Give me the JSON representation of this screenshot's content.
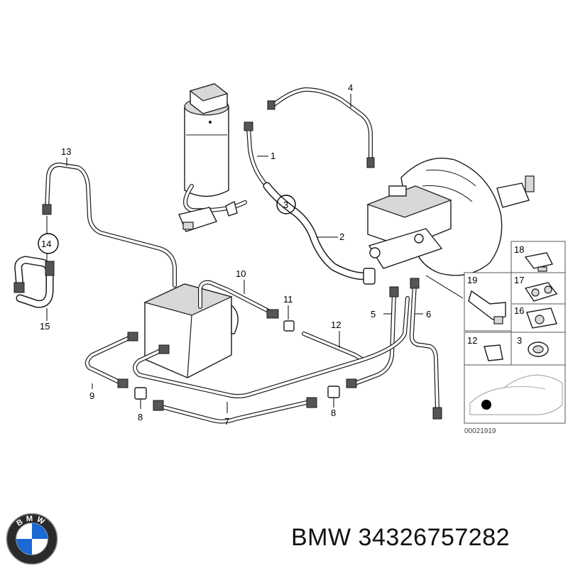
{
  "diagram": {
    "callouts": {
      "c1": "1",
      "c2": "2",
      "c3": "3",
      "c4": "4",
      "c5": "5",
      "c6": "6",
      "c7": "7",
      "c8a": "8",
      "c8b": "8",
      "c9": "9",
      "c10": "10",
      "c11": "11",
      "c12": "12",
      "c13": "13",
      "c14": "14",
      "c15": "15"
    },
    "inset": {
      "i18": "18",
      "i19": "19",
      "i17": "17",
      "i16": "16",
      "i12": "12",
      "i3": "3"
    },
    "code": "00021919"
  },
  "footer": {
    "brand_text": "BMW 34326757282",
    "logo_letters": "BMW"
  },
  "colors": {
    "logo_blue": "#1c69d4",
    "ink": "#1a1a1a"
  }
}
